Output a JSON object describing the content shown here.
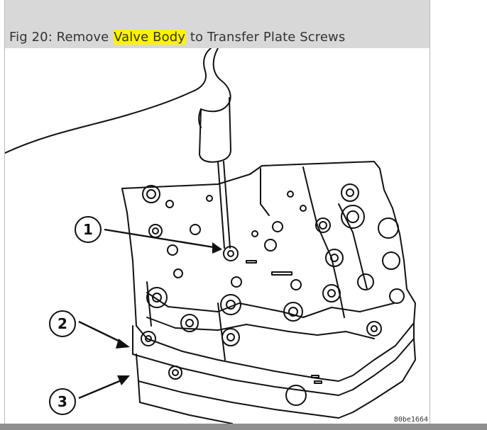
{
  "caption": {
    "prefix": "Fig 20: Remove ",
    "highlight": "Valve Body",
    "suffix": " to Transfer Plate Screws"
  },
  "callouts": [
    "1",
    "2",
    "3"
  ],
  "figure_code": "80be1664",
  "colors": {
    "caption_bar": "#d8d8d8",
    "highlight": "#fff200",
    "bottom_bar": "#8f8f8f",
    "line_art": "#111111"
  }
}
